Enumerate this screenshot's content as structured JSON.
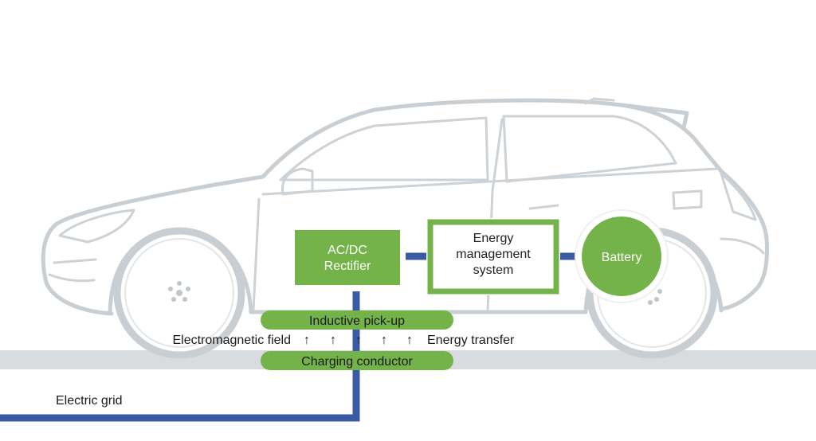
{
  "colors": {
    "green": "#74b349",
    "blue": "#3a5aa5",
    "car_outline": "#c9ced3",
    "road": "#d9dcdf"
  },
  "components": {
    "rectifier_line1": "AC/DC",
    "rectifier_line2": "Rectifier",
    "ems_line1": "Energy",
    "ems_line2": "management",
    "ems_line3": "system",
    "battery": "Battery",
    "pickup": "Inductive pick-up",
    "conductor": "Charging conductor"
  },
  "labels": {
    "field": "Electromagnetic field",
    "transfer": "Energy transfer",
    "grid": "Electric grid",
    "arrow_glyph": "↑"
  }
}
